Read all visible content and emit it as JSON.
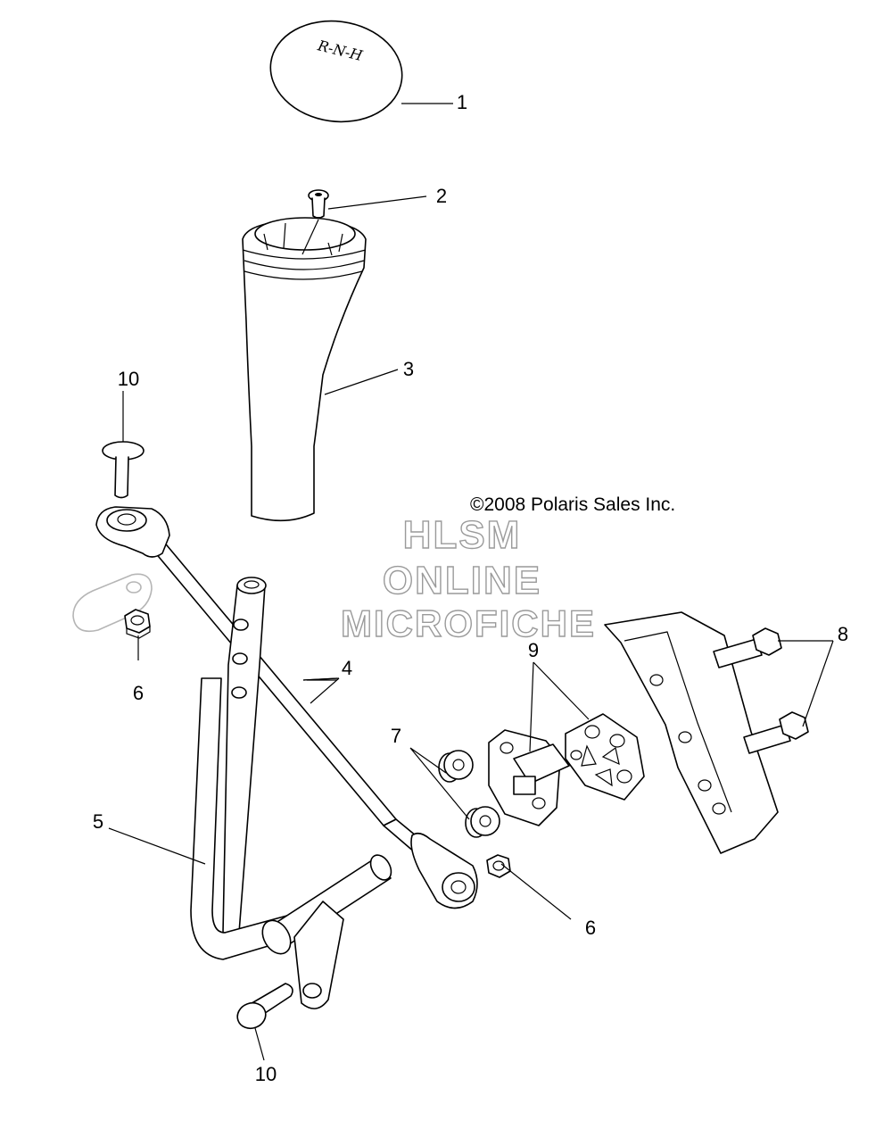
{
  "callouts": [
    "1",
    "2",
    "3",
    "4",
    "5",
    "6",
    "7",
    "8",
    "9",
    "10"
  ],
  "copyright": "©2008 Polaris Sales Inc.",
  "watermark": {
    "line1": "HLSM",
    "line2": "ONLINE",
    "line3": "MICROFICHE"
  },
  "knob_text": "R-N-H",
  "colors": {
    "line": "#000000",
    "watermark": "#9a9a9a",
    "background": "#ffffff"
  }
}
